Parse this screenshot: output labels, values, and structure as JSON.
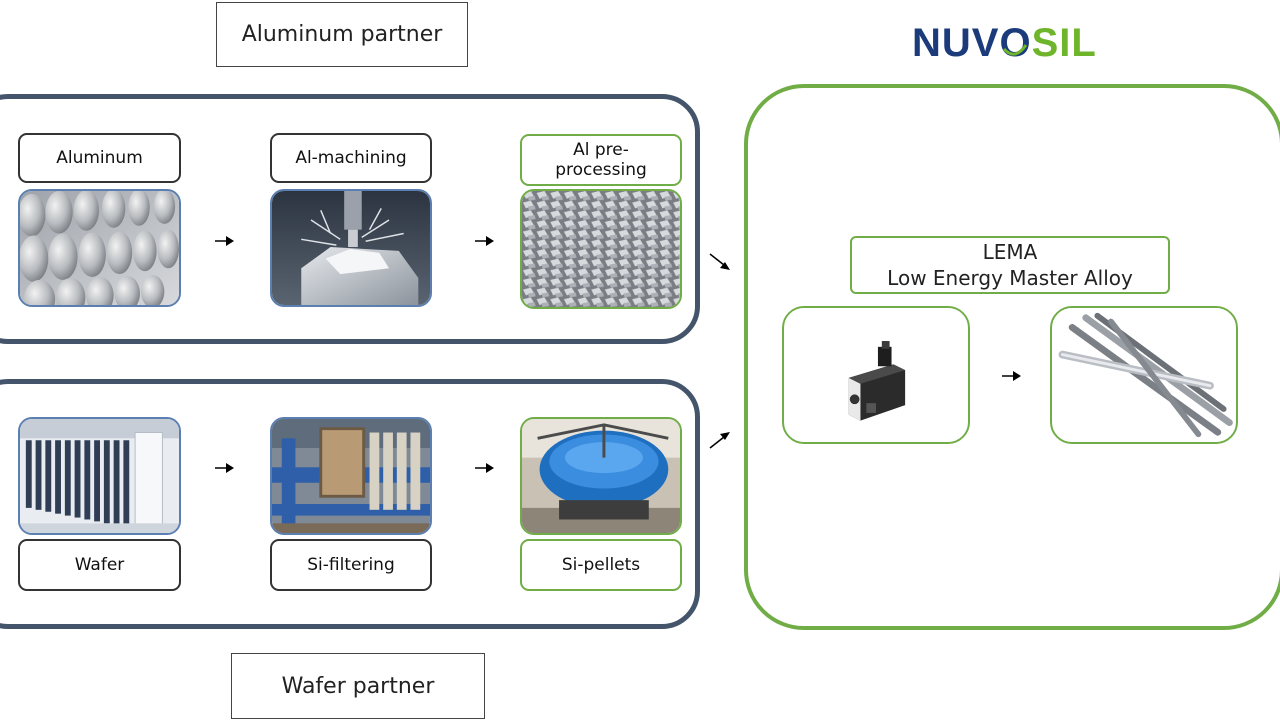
{
  "logo": {
    "part1": "NUV",
    "o": "O",
    "part2": "SIL"
  },
  "aluminum_partner": {
    "title": "Aluminum partner",
    "steps": [
      {
        "label": "Aluminum",
        "image": "aluminum-ingots-image"
      },
      {
        "label": "Al-machining",
        "image": "cnc-machining-image"
      },
      {
        "label": "Al pre-processing",
        "label_line1": "Al pre-",
        "label_line2": "processing",
        "image": "aluminum-chips-image"
      }
    ]
  },
  "wafer_partner": {
    "title": "Wafer partner",
    "steps": [
      {
        "label": "Wafer",
        "image": "silicon-wafers-image"
      },
      {
        "label": "Si-filtering",
        "image": "filter-press-image"
      },
      {
        "label": "Si-pellets",
        "image": "pelletizer-image"
      }
    ]
  },
  "nuvosil": {
    "lema_line1": "LEMA",
    "lema_line2": "Low Energy Master Alloy",
    "steps": [
      {
        "image": "furnace-machine-image"
      },
      {
        "image": "alloy-rods-image"
      }
    ]
  },
  "colors": {
    "dark_border": "#44546a",
    "green_border": "#70ad47",
    "logo_blue": "#1b3b7a",
    "logo_green": "#6fb52c"
  }
}
